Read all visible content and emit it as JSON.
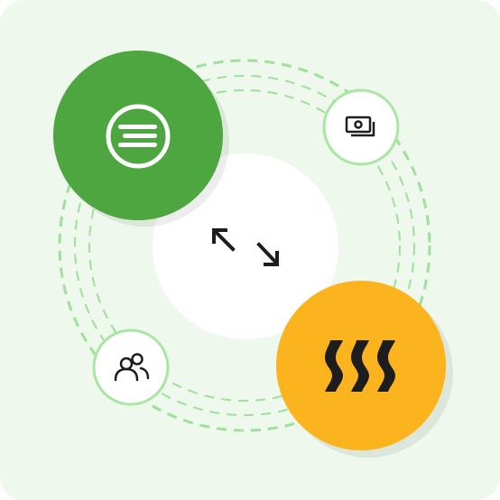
{
  "colors": {
    "background": "#eef8ec",
    "ring_dash": "#9fe09a",
    "center_disc": "#ffffff",
    "primary_node": "#4ea640",
    "secondary_node": "#fbb41d",
    "small_node_fill": "#ffffff",
    "small_node_border": "#a8e6a2",
    "icon_dark": "#1d1d1d",
    "icon_light": "#ffffff"
  },
  "nodes": [
    {
      "role": "primary",
      "icon": "menu-lines-icon"
    },
    {
      "role": "secondary",
      "icon": "wave-bars-icon"
    },
    {
      "role": "small",
      "icon": "cash-icon"
    },
    {
      "role": "small",
      "icon": "users-icon"
    }
  ],
  "center": {
    "icon": "swap-arrows-icon"
  }
}
